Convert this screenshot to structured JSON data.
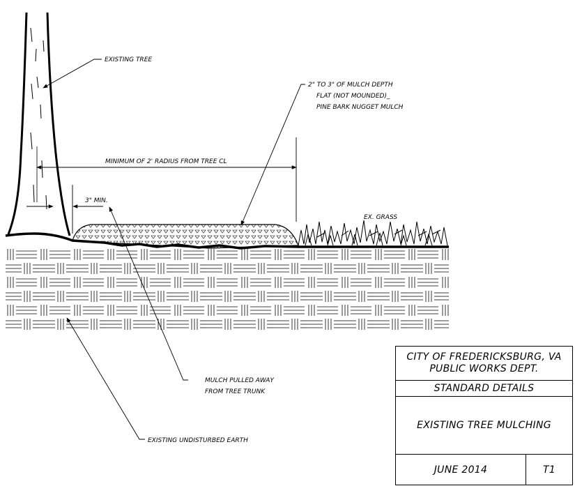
{
  "labels": {
    "existing_tree": "EXISTING TREE",
    "mulch_depth_line1": "2\" TO 3\" OF MULCH DEPTH",
    "mulch_depth_line2": "FLAT (NOT MOUNDED)_",
    "mulch_depth_line3": "PINE BARK NUGGET MULCH",
    "radius_dimension": "MINIMUM OF 2' RADIUS FROM TREE CL",
    "min_clearance": "3\" MIN.",
    "ex_grass": "EX. GRASS",
    "mulch_pulled_line1": "MULCH PULLED AWAY",
    "mulch_pulled_line2": "FROM TREE TRUNK",
    "undisturbed_earth": "EXISTING UNDISTURBED EARTH"
  },
  "title_block": {
    "agency_line1": "CITY OF FREDERICKSBURG, VA",
    "agency_line2": "PUBLIC WORKS DEPT.",
    "series": "STANDARD DETAILS",
    "detail_title": "EXISTING TREE MULCHING",
    "date": "JUNE 2014",
    "sheet_number": "T1"
  }
}
